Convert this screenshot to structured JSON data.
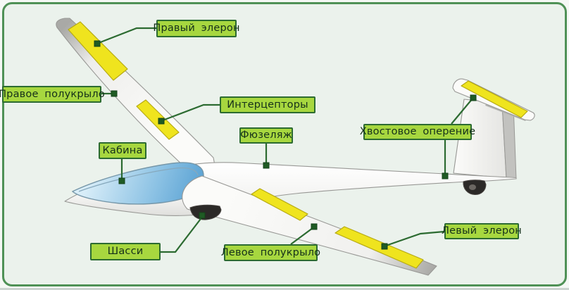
{
  "labels": {
    "right_aileron": "Правый элерон",
    "right_halfwing": "Правое полукрыло",
    "interceptors": "Интерцепторы",
    "fuselage": "Фюзеляж",
    "tail_unit": "Хвостовое оперение",
    "cabin": "Кабина",
    "chassis": "Шасси",
    "left_halfwing": "Левое полукрыло",
    "left_aileron": "Левый элерон"
  },
  "colors": {
    "page_bg": "#f5f8f5",
    "panel_bg": "#ebf2ec",
    "frame": "#4f9156",
    "label_fill": "#a7d73f",
    "label_border": "#2c6b31",
    "label_text": "#15301a",
    "leader": "#2c6b31",
    "leader_dot": "#1f5b24",
    "leader_dot_border": "#14421a",
    "highlight": "#efe41e",
    "highlight_border": "#b6aa14",
    "outline": "#989895"
  }
}
